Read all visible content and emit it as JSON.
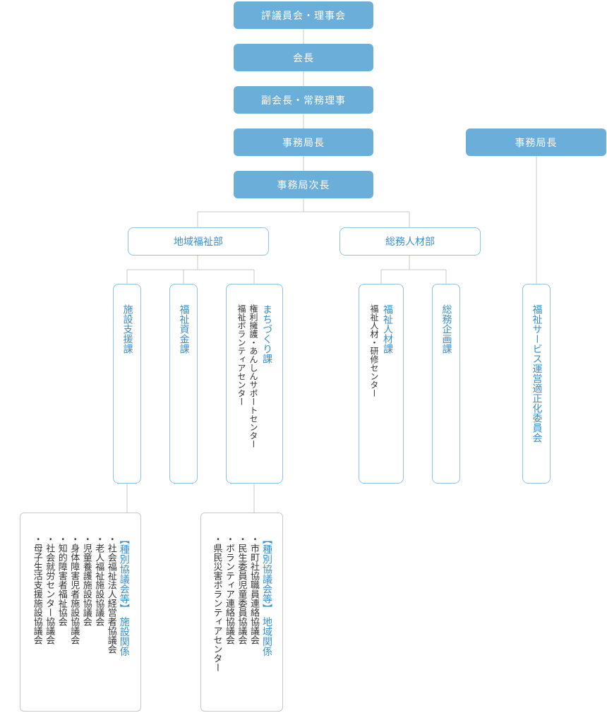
{
  "executives": {
    "board": "評議員会・理事会",
    "president": "会長",
    "vice_president": "副会長・常務理事",
    "secretary_general": "事務局長",
    "secretary_general_right": "事務局長",
    "deputy_secretary_general": "事務局次長"
  },
  "departments": {
    "community_welfare": "地域福祉部",
    "general_affairs": "総務人材部"
  },
  "sections": {
    "facility_support": "施設支援課",
    "welfare_fund": "福祉資金課",
    "community_development": {
      "title": "まちづくり課",
      "items": [
        "権利擁護・あんしんサポートセンター",
        "福祉ボランティアセンター"
      ]
    },
    "welfare_hr": {
      "title": "福祉人材課",
      "items": [
        "福祉人材・研修センター"
      ]
    },
    "general_planning": "総務企画課",
    "service_committee": "福祉サービス運営適正化委員会"
  },
  "associations": {
    "facility": {
      "heading": "【種別協議会等】 施設関係",
      "items": [
        "・社会福祉法人経営者協議会",
        "・老人福祉施設協議会",
        "・児童養護施設協議会",
        "・身体障害児者施設協議会",
        "・知的障害者福祉協会",
        "・社会就労センター協議会",
        "・母子生活支援施設協議会"
      ]
    },
    "community": {
      "heading": "【種別協議会等】 地域関係",
      "items": [
        "・市町社協職員連絡協議会",
        "・民生委員児童委員協議会",
        "・ボランティア連絡協議会",
        "・県民災害ボランティアセンター"
      ]
    }
  },
  "colors": {
    "exec_fill": "#6aaed9",
    "accent_text": "#3b8fc8",
    "connector": "#c8c8c8"
  }
}
